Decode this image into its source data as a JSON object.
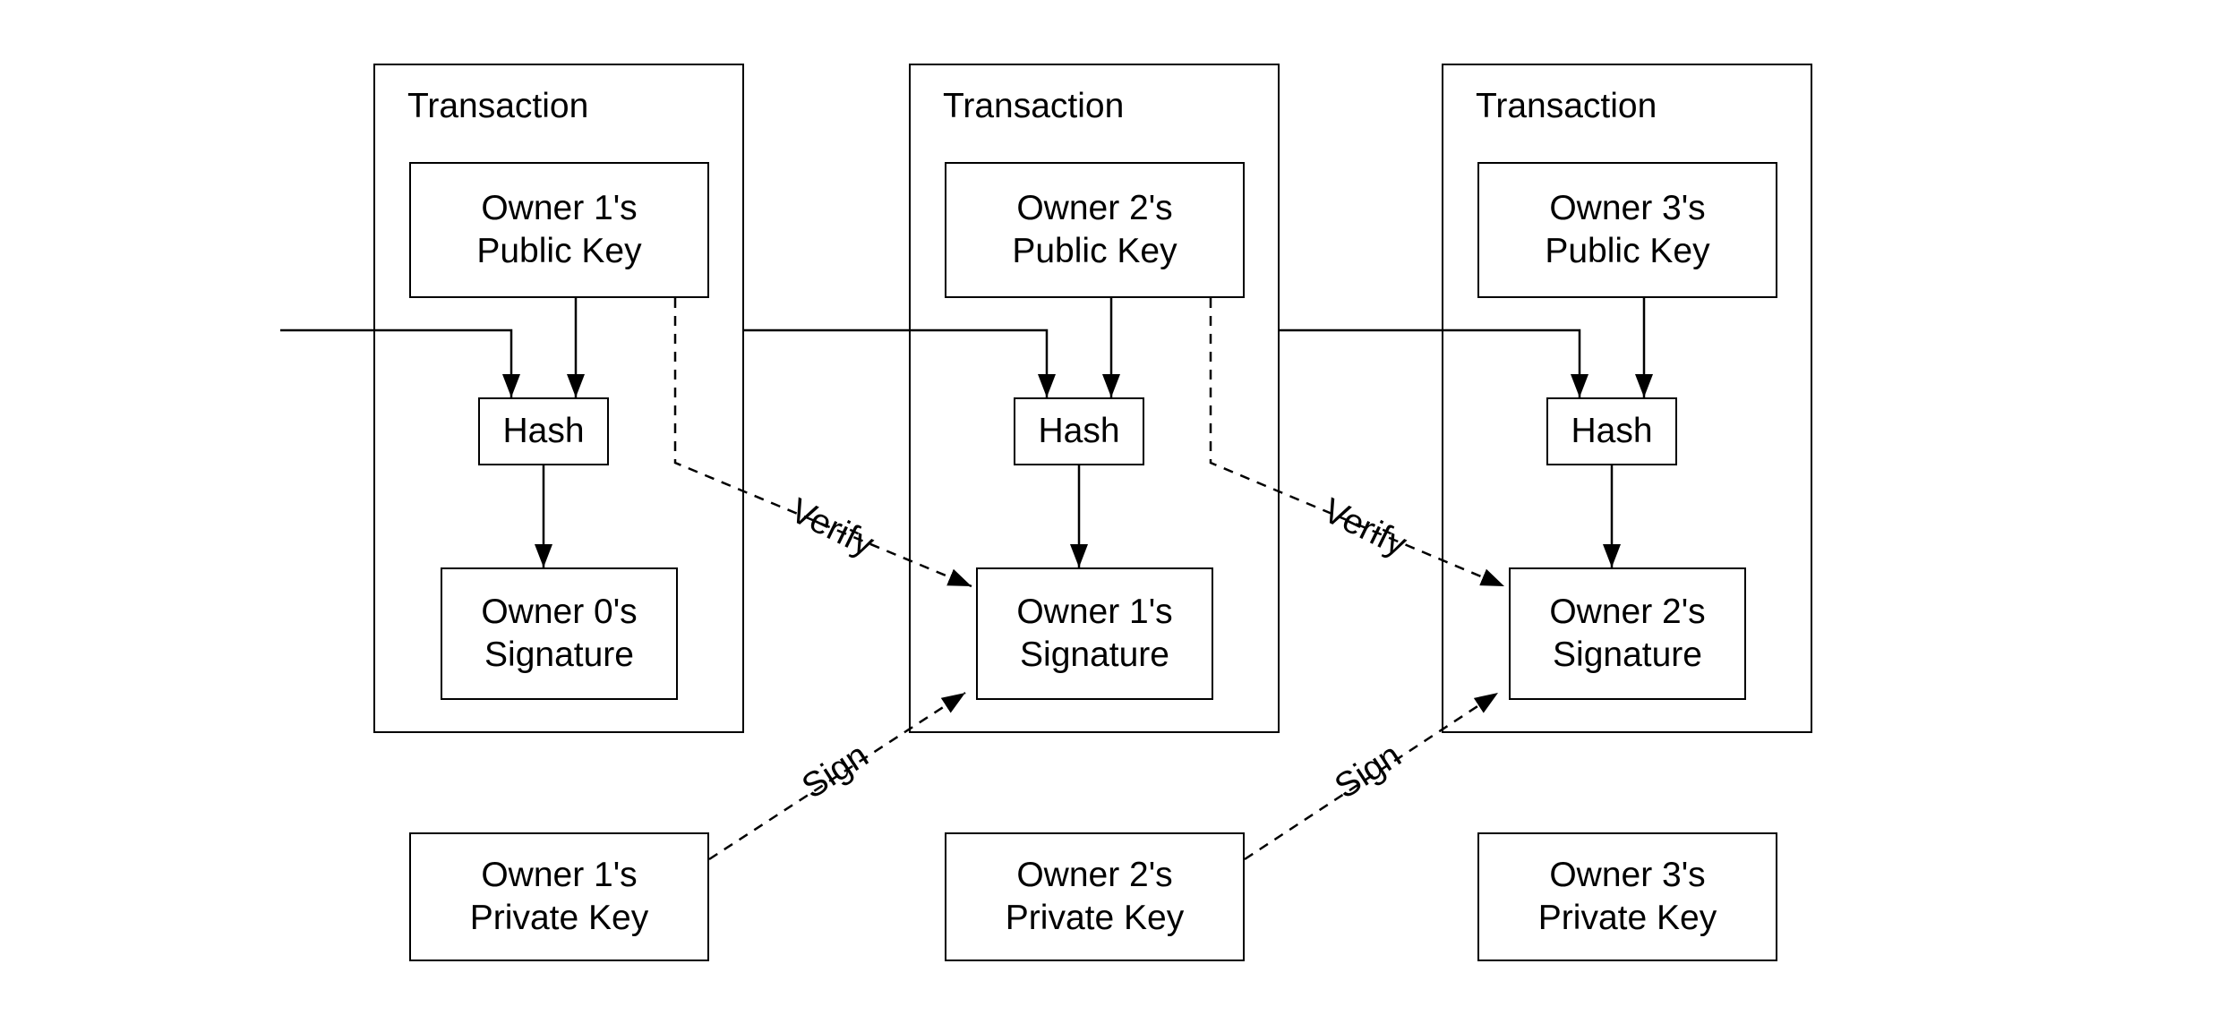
{
  "diagram": {
    "transactions": [
      {
        "label": "Transaction",
        "public_key": {
          "line1": "Owner 1's",
          "line2": "Public Key"
        },
        "hash_label": "Hash",
        "signature": {
          "line1": "Owner 0's",
          "line2": "Signature"
        }
      },
      {
        "label": "Transaction",
        "public_key": {
          "line1": "Owner 2's",
          "line2": "Public Key"
        },
        "hash_label": "Hash",
        "signature": {
          "line1": "Owner 1's",
          "line2": "Signature"
        }
      },
      {
        "label": "Transaction",
        "public_key": {
          "line1": "Owner 3's",
          "line2": "Public Key"
        },
        "hash_label": "Hash",
        "signature": {
          "line1": "Owner 2's",
          "line2": "Signature"
        }
      }
    ],
    "private_keys": [
      {
        "line1": "Owner 1's",
        "line2": "Private Key"
      },
      {
        "line1": "Owner 2's",
        "line2": "Private Key"
      },
      {
        "line1": "Owner 3's",
        "line2": "Private Key"
      }
    ],
    "edge_labels": {
      "verify": "Verify",
      "sign": "Sign"
    },
    "colors": {
      "background": "#ffffff",
      "line": "#000000",
      "box-border": "#000000",
      "text": "#000000"
    }
  }
}
